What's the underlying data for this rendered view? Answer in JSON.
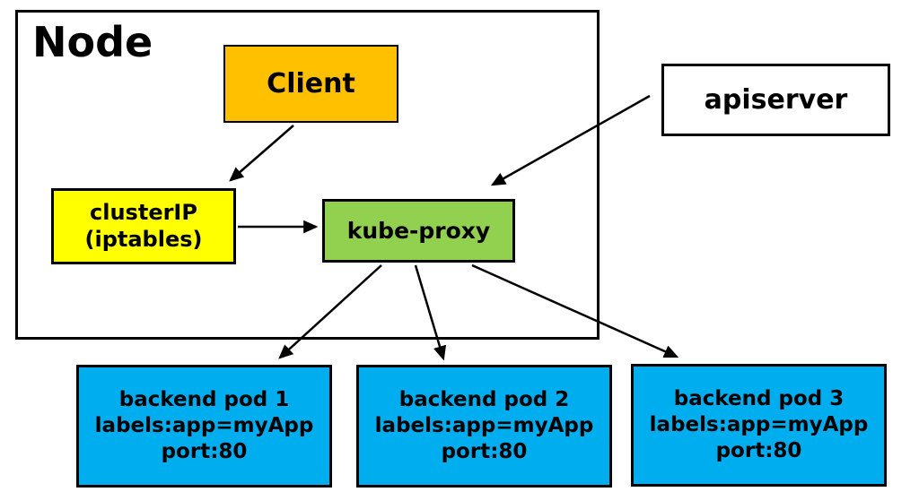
{
  "diagram": {
    "background_color": "#ffffff",
    "border_color": "#000000",
    "text_color": "#000000",
    "arrow_color": "#000000",
    "container": {
      "label": "Node",
      "fill": "#ffffff"
    },
    "nodes": {
      "client": {
        "label": "Client",
        "fill": "#FFC000"
      },
      "apiserver": {
        "label": "apiserver",
        "fill": "#ffffff"
      },
      "cluster_ip": {
        "lines": [
          "clusterIP",
          "(iptables)"
        ],
        "fill": "#FFFF00"
      },
      "kube_proxy": {
        "label": "kube-proxy",
        "fill": "#92D050"
      },
      "pod1": {
        "lines": [
          "backend pod 1",
          "labels:app=myApp",
          "port:80"
        ],
        "fill": "#00AEEF"
      },
      "pod2": {
        "lines": [
          "backend pod 2",
          "labels:app=myApp",
          "port:80"
        ],
        "fill": "#00AEEF"
      },
      "pod3": {
        "lines": [
          "backend pod 3",
          "labels:app=myApp",
          "port:80"
        ],
        "fill": "#00AEEF"
      }
    },
    "edges": [
      {
        "from": "client",
        "to": "cluster_ip"
      },
      {
        "from": "apiserver",
        "to": "kube_proxy"
      },
      {
        "from": "cluster_ip",
        "to": "kube_proxy"
      },
      {
        "from": "kube_proxy",
        "to": "pod1"
      },
      {
        "from": "kube_proxy",
        "to": "pod2"
      },
      {
        "from": "kube_proxy",
        "to": "pod3"
      }
    ]
  }
}
